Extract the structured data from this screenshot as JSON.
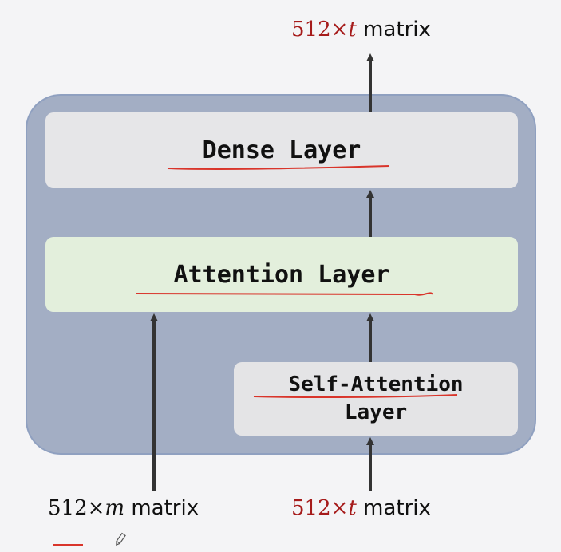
{
  "diagram": {
    "top_output": {
      "dims": "512×",
      "var": "t",
      "suffix": " matrix"
    },
    "dense_layer": {
      "label": "Dense Layer"
    },
    "attention_layer": {
      "label": "Attention Layer"
    },
    "self_attention_layer": {
      "line1": "Self-Attention",
      "line2": "Layer"
    },
    "left_input": {
      "dims": "512×",
      "var": "m",
      "suffix": " matrix"
    },
    "right_input": {
      "dims": "512×",
      "var": "t",
      "suffix": " matrix"
    }
  },
  "colors": {
    "outer_box": "#a3aec4",
    "dense_block": "#e6e6e8",
    "attention_block": "#e3efdc",
    "self_attention_block": "#e4e4e6",
    "arrow": "#333333",
    "annotation": "#d9352b",
    "dims_highlight": "#a61b1b"
  }
}
